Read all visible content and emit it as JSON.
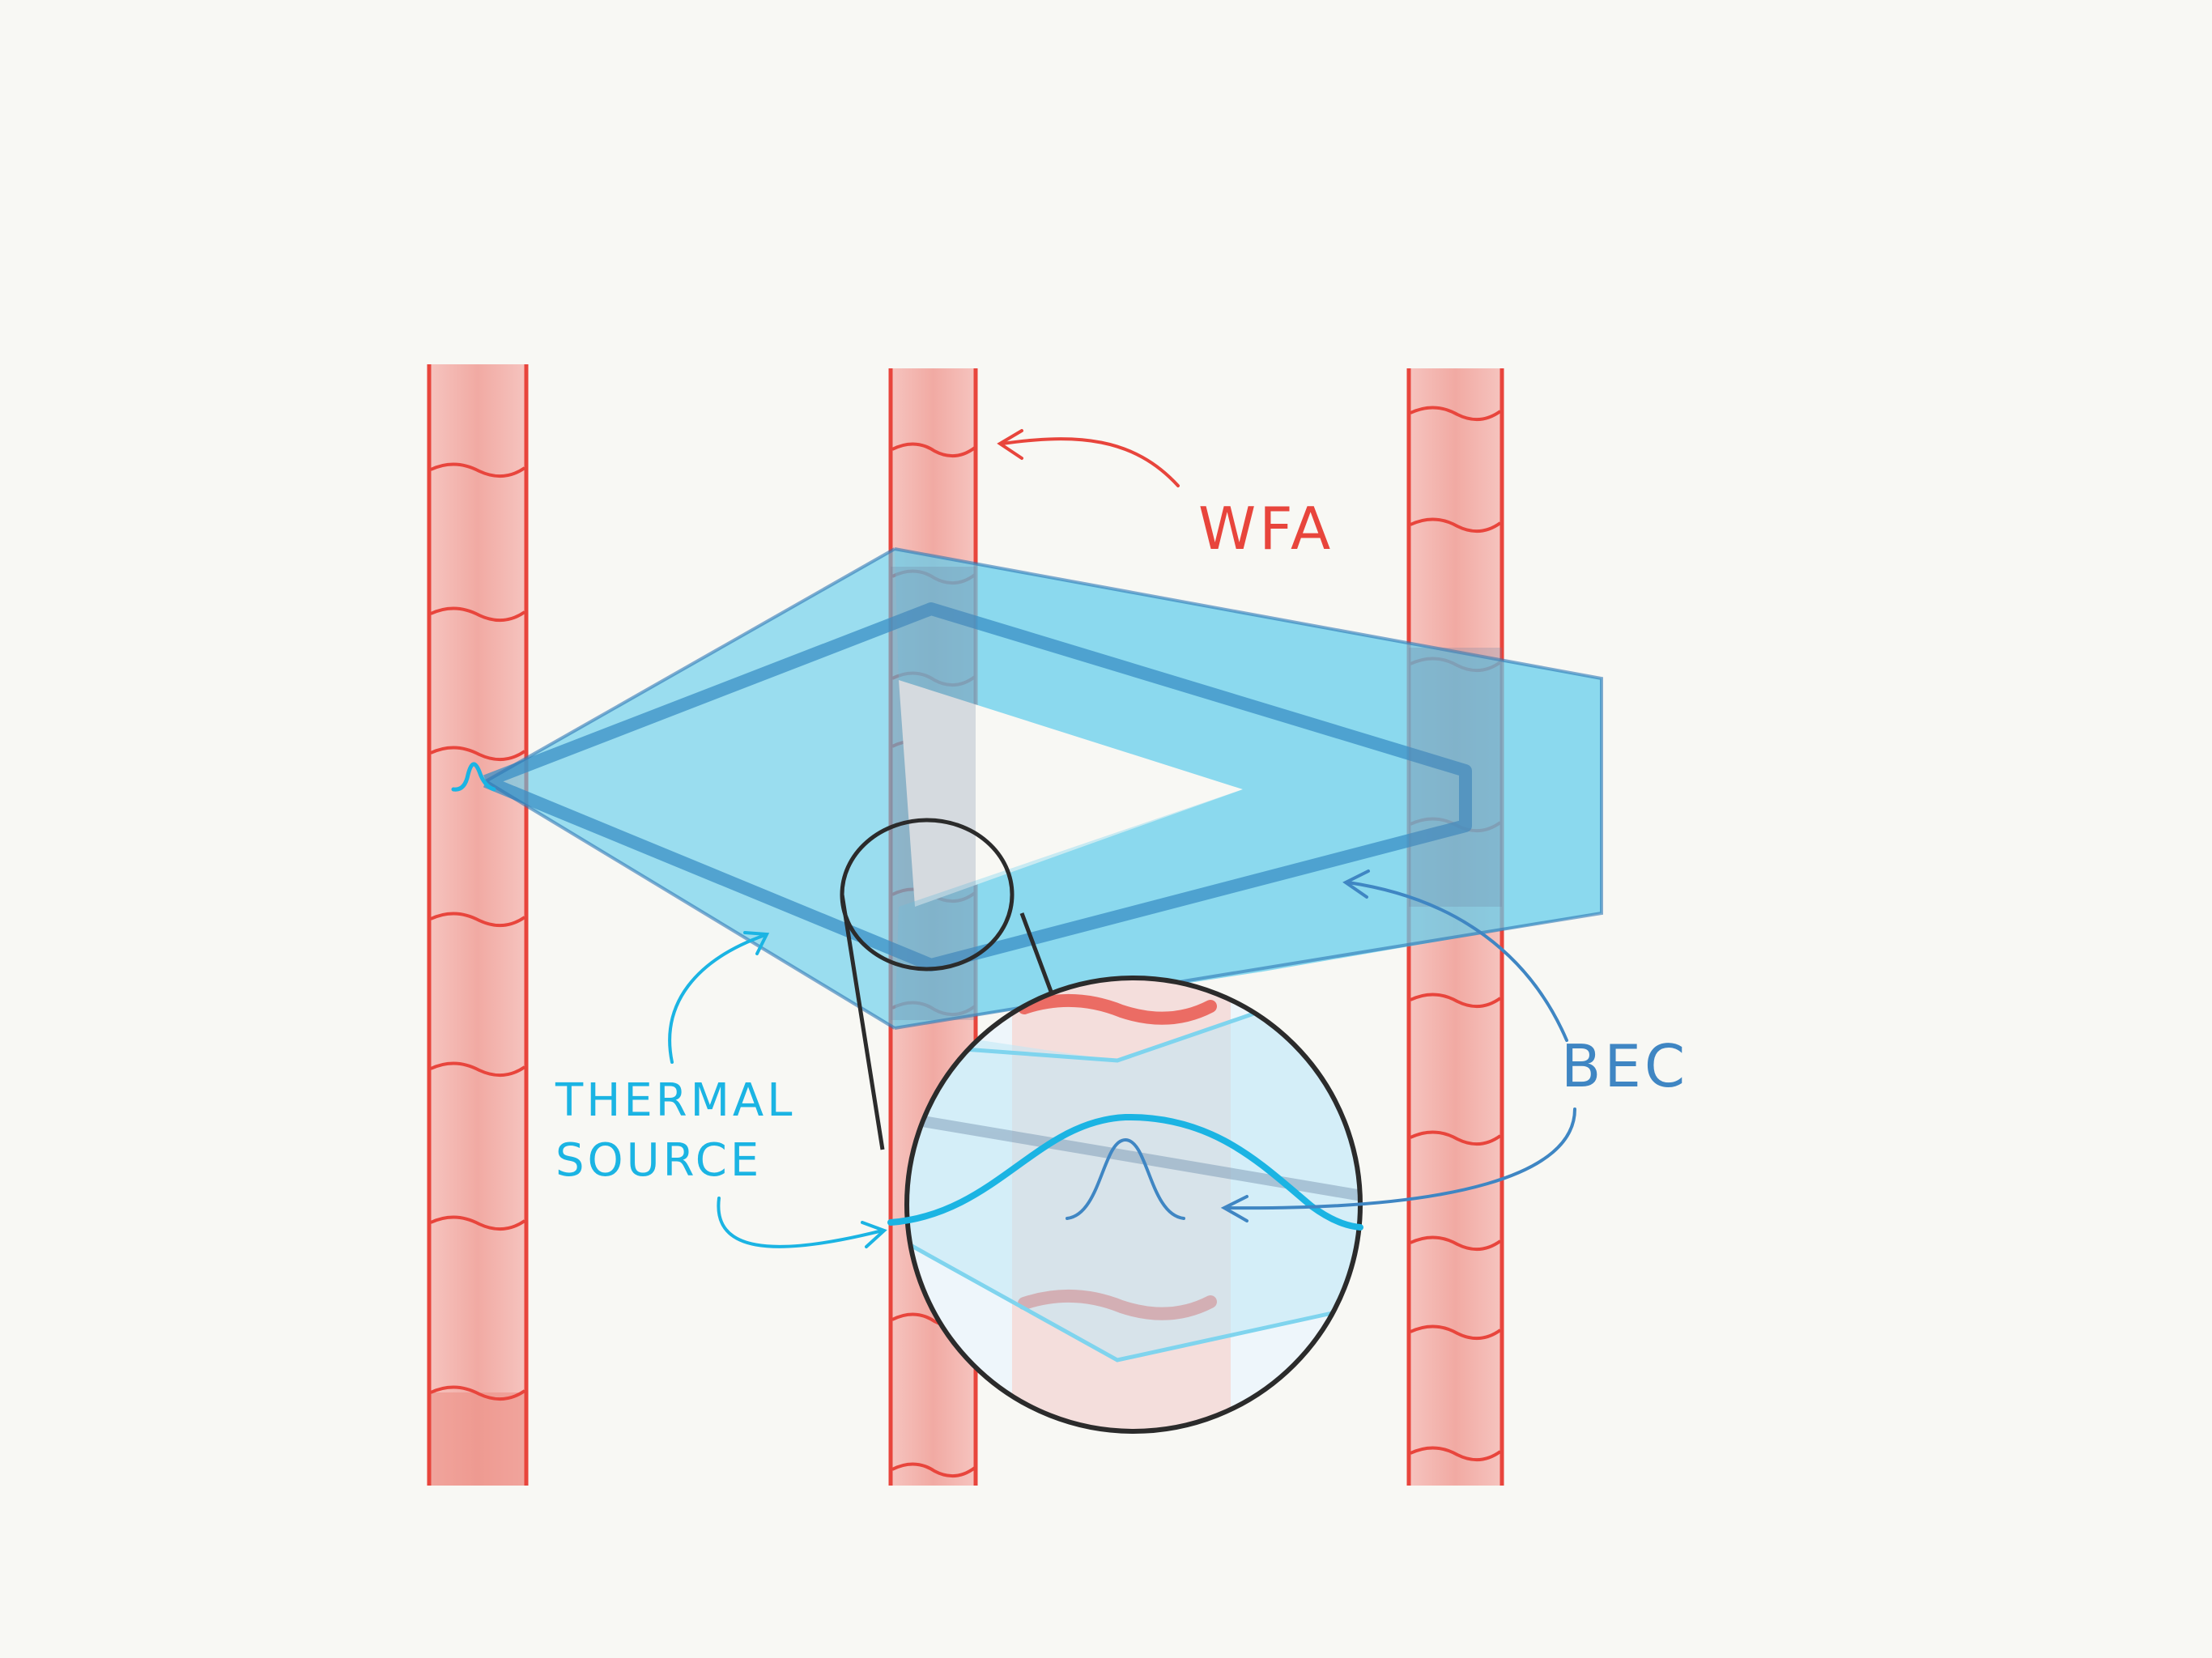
{
  "labels": {
    "wfa": "WFA",
    "bec": "BEC",
    "thermal_line1": "THERMAL",
    "thermal_line2": "SOURCE"
  },
  "colors": {
    "background": "#f8f8f4",
    "pillar_fill": "#f2aaa4",
    "pillar_edge": "#e8453c",
    "beam_fill": "#5ccbeb",
    "beam_core": "#3a8fc6",
    "thermal": "#1bb4e3",
    "bec": "#3f86c3",
    "outline": "#2b2b2b"
  },
  "icons": {
    "thermal_curve": "broad-gaussian-curve",
    "bec_curve": "narrow-gaussian-peak"
  }
}
